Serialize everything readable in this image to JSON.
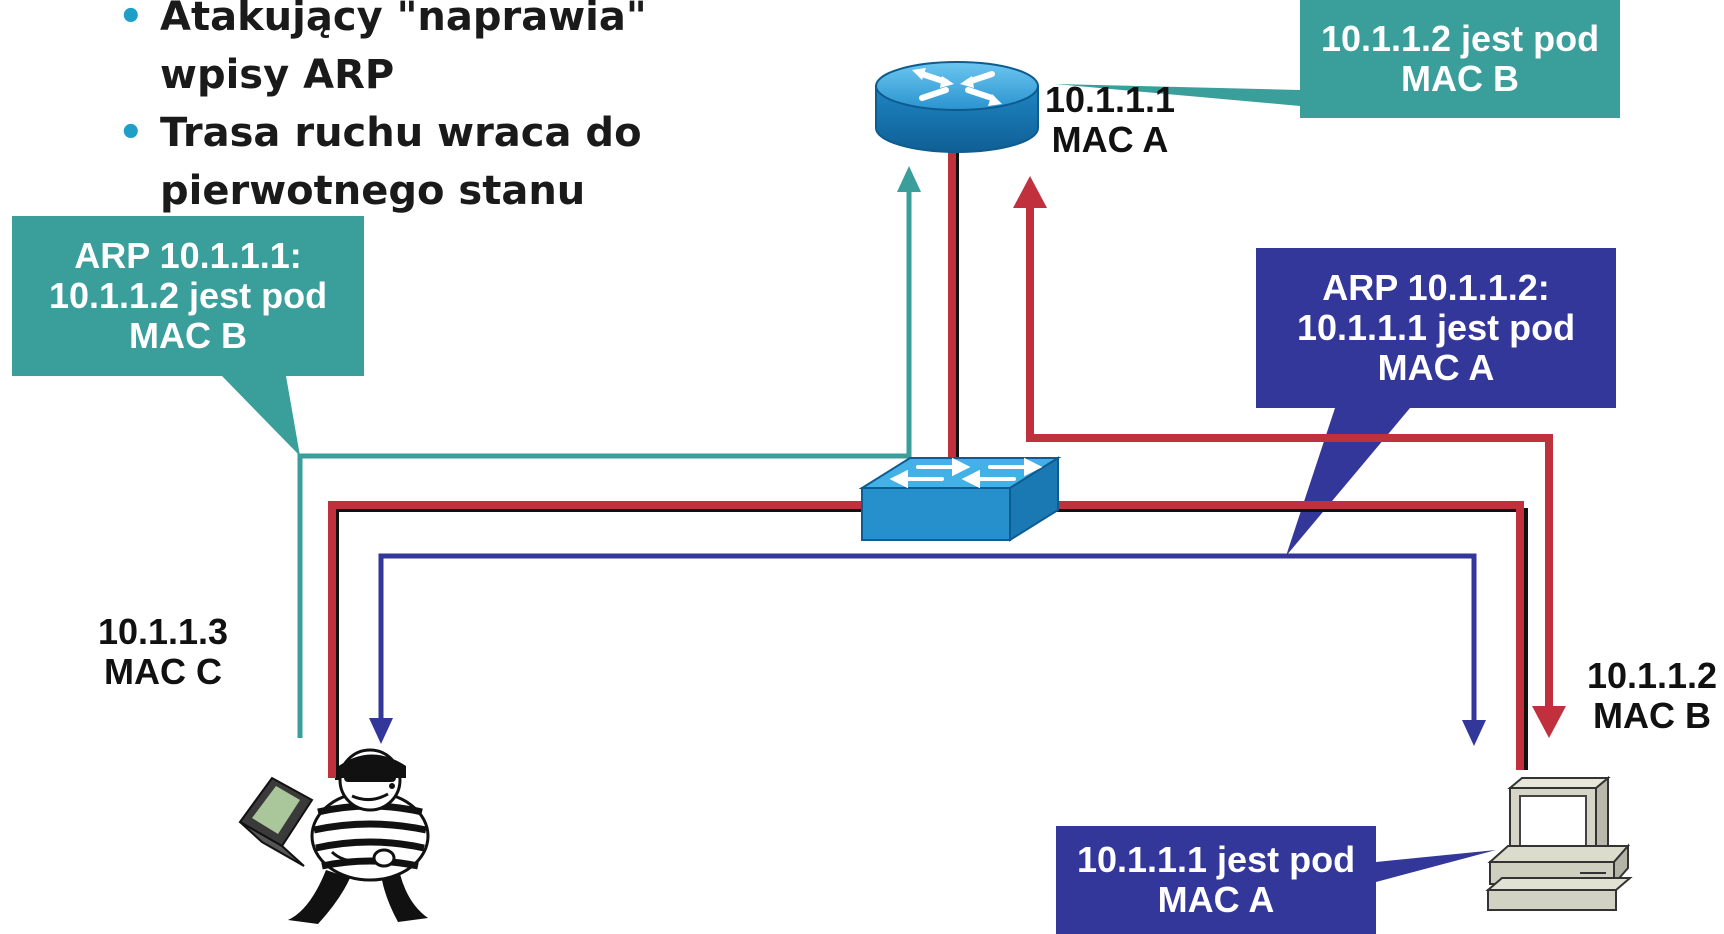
{
  "bullets": [
    "Atakujący \"naprawia\" wpisy ARP",
    "Trasa ruchu wraca do pierwotnego stanu"
  ],
  "callouts": {
    "router_table": [
      "10.1.1.2 jest pod",
      "MAC B"
    ],
    "attacker_arp": [
      "ARP 10.1.1.1:",
      "10.1.1.2 jest pod",
      "MAC B"
    ],
    "victim_arp": [
      "ARP 10.1.1.2:",
      "10.1.1.1 jest pod",
      "MAC A"
    ],
    "pc_table": [
      "10.1.1.1 jest pod",
      "MAC A"
    ]
  },
  "hosts": {
    "router": [
      "10.1.1.1",
      "MAC A"
    ],
    "attacker": [
      "10.1.1.3",
      "MAC C"
    ],
    "pc": [
      "10.1.1.2",
      "MAC B"
    ]
  },
  "colors": {
    "teal": "#3a9e9a",
    "navy": "#34379a",
    "red": "#c0303d",
    "router_blue": "#2e9fd8",
    "bullet": "#1f9fc7"
  }
}
